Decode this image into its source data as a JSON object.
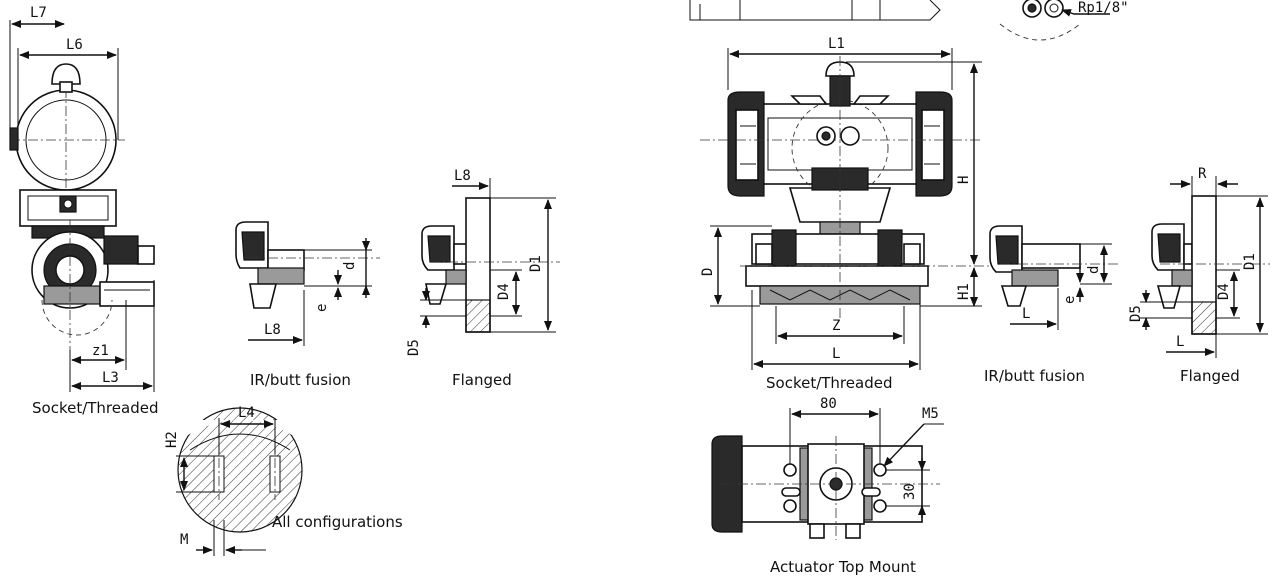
{
  "captions": {
    "left_socket": "Socket/Threaded",
    "left_ir": "IR/butt fusion",
    "left_flanged": "Flanged",
    "left_all": "All configurations",
    "right_socket": "Socket/Threaded",
    "right_ir": "IR/butt fusion",
    "right_flanged": "Flanged",
    "right_top_mount": "Actuator Top Mount"
  },
  "dims": {
    "l7": "L7",
    "l6": "L6",
    "z1": "z1",
    "l3": "L3",
    "l8a": "L8",
    "d_small_a": "d",
    "e_a": "e",
    "l8b": "L8",
    "d1_a": "D1",
    "d4_a": "D4",
    "d5_a": "D5",
    "l4": "L4",
    "h2": "H2",
    "m": "M",
    "rp": "Rp1/8\"",
    "l1": "L1",
    "h": "H",
    "d_big": "D",
    "h1": "H1",
    "z": "Z",
    "l": "L",
    "d_small_b": "d",
    "e_b": "e",
    "l_b": "L",
    "r": "R",
    "d1_b": "D1",
    "d4_b": "D4",
    "d5_b": "D5",
    "l_c": "L",
    "dim80": "80",
    "m5": "M5",
    "dim30": "30"
  }
}
